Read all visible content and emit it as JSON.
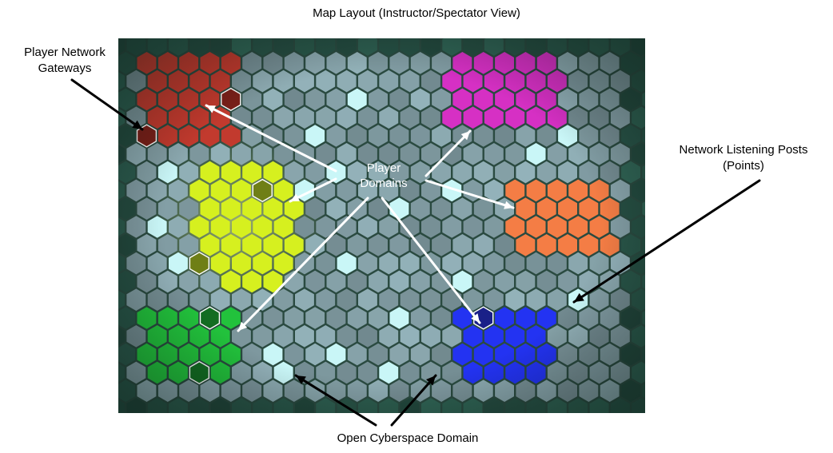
{
  "title": "Map Layout (Instructor/Spectator View)",
  "labels": {
    "gateways": [
      "Player Network",
      "Gateways"
    ],
    "domains": [
      "Player",
      "Domains"
    ],
    "posts": [
      "Network Listening Posts",
      "(Points)"
    ],
    "open": "Open Cyberspace Domain"
  },
  "colors": {
    "background": "#2a4a40",
    "neutral": "#8aa7ae",
    "listening_post": "#c9f6f7",
    "red": "#c23a2e",
    "magenta": "#d630c4",
    "yellow": "#d6f01f",
    "orange": "#f47d45",
    "green": "#22c23c",
    "blue": "#2333f2"
  },
  "domains": [
    {
      "name": "red-domain",
      "color": "#c23a2e",
      "gateway_color": "#7a2019"
    },
    {
      "name": "magenta-domain",
      "color": "#d630c4",
      "gateway_color": "#7a1b6e"
    },
    {
      "name": "yellow-domain",
      "color": "#d6f01f",
      "gateway_color": "#6f7f16"
    },
    {
      "name": "orange-domain",
      "color": "#f47d45",
      "gateway_color": "#8a4b30"
    },
    {
      "name": "green-domain",
      "color": "#22c23c",
      "gateway_color": "#136d22"
    },
    {
      "name": "blue-domain",
      "color": "#2333f2",
      "gateway_color": "#1a2088"
    }
  ]
}
